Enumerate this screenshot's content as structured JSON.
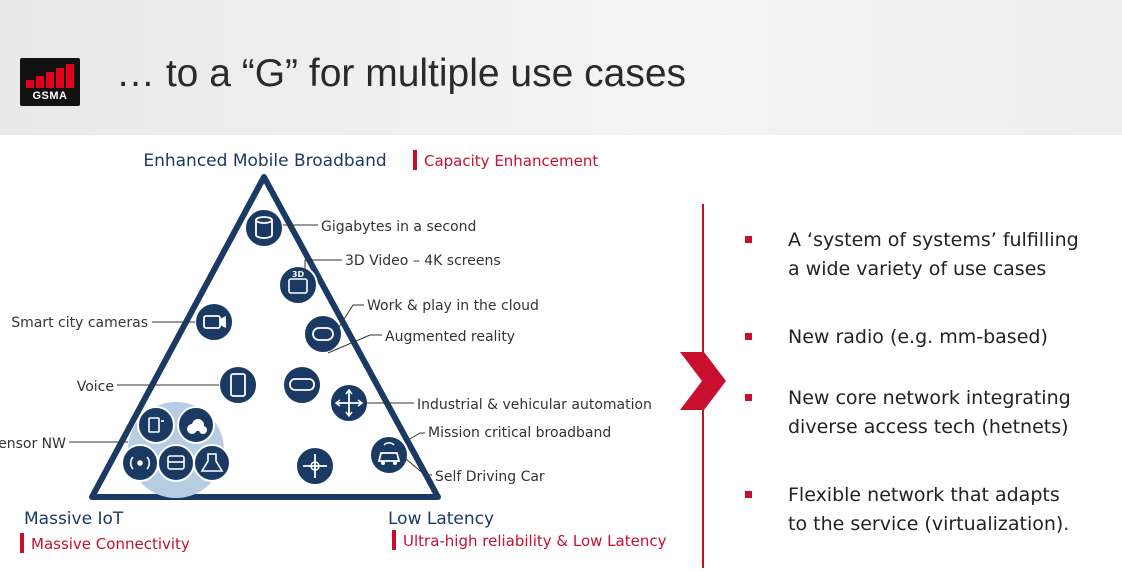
{
  "header": {
    "logo_text": "GSMA",
    "title": "… to a “G” for multiple use cases"
  },
  "diagram": {
    "top_label": "Enhanced Mobile Broadband",
    "top_tag": "Capacity Enhancement",
    "left_label": "Massive IoT",
    "left_tag": "Massive Connectivity",
    "right_label": "Low Latency",
    "right_tag": "Ultra-high reliability & Low Latency",
    "callouts": [
      "Gigabytes in a second",
      "3D Video – 4K screens",
      "Work & play in the cloud",
      "Augmented reality",
      "Industrial & vehicular automation",
      "Mission critical broadband",
      "Self Driving Car",
      "Smart city cameras",
      "Voice",
      "Sensor NW"
    ],
    "icon_3d_label": "3D"
  },
  "bullets": [
    {
      "line1": "A ‘system of systems’ fulfilling",
      "line2": "a wide variety of use cases"
    },
    {
      "line1": "New radio (e.g. mm-based)",
      "line2": ""
    },
    {
      "line1": "New core network integrating",
      "line2": "diverse access tech (hetnets)"
    },
    {
      "line1": "Flexible network that adapts",
      "line2": "to the service (virtualization)."
    }
  ],
  "colors": {
    "navy": "#1b3a63",
    "accent_red": "#c8102e",
    "cluster_light": "#b6cde3"
  }
}
